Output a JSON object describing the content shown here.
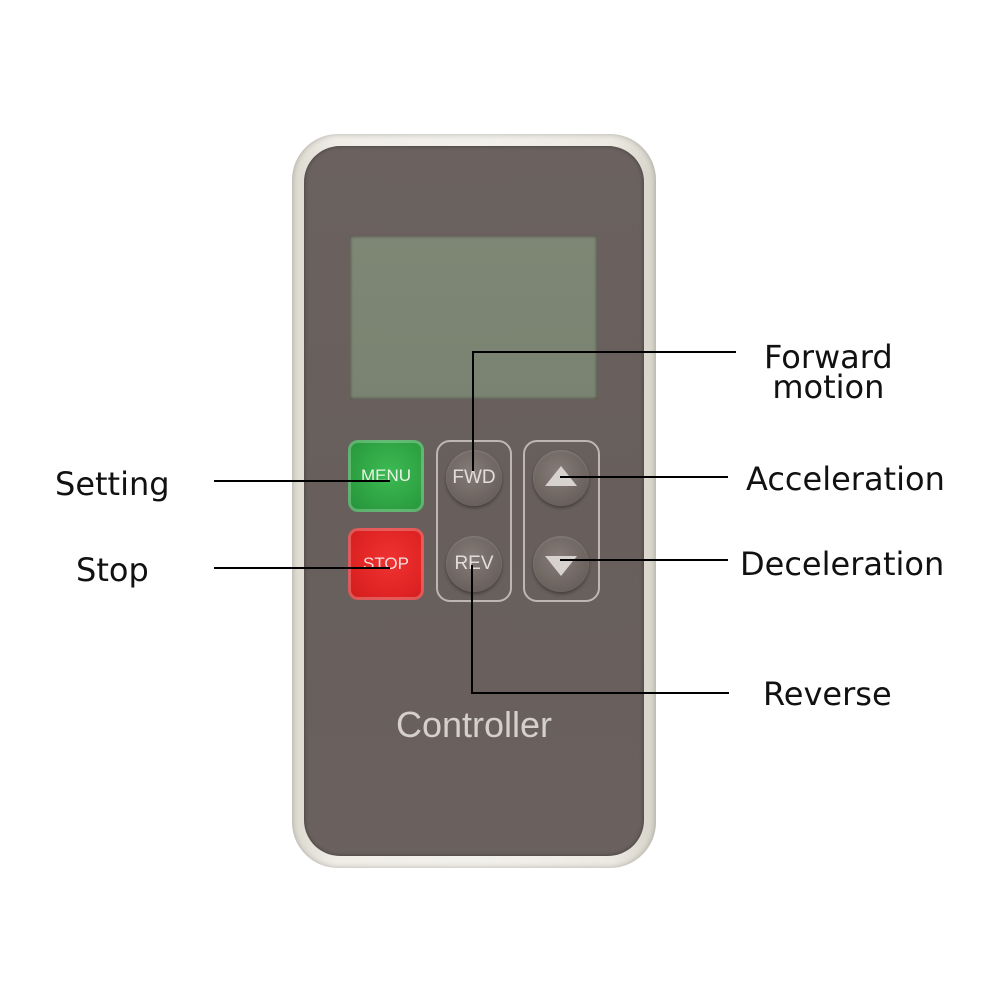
{
  "device": {
    "brand_text": "Controller",
    "keys": {
      "menu": "MENU",
      "stop": "STOP",
      "fwd": "FWD",
      "rev": "REV",
      "up_icon": "triangle-up",
      "down_icon": "triangle-down"
    },
    "colors": {
      "menu_key": "#2ea243",
      "stop_key": "#e02424",
      "body": "#6a615e",
      "lcd": "#7c8573"
    }
  },
  "callouts": {
    "setting": "Setting",
    "stop": "Stop",
    "forward_line1": "Forward",
    "forward_line2": "motion",
    "acceleration": "Acceleration",
    "deceleration": "Deceleration",
    "reverse": "Reverse"
  }
}
